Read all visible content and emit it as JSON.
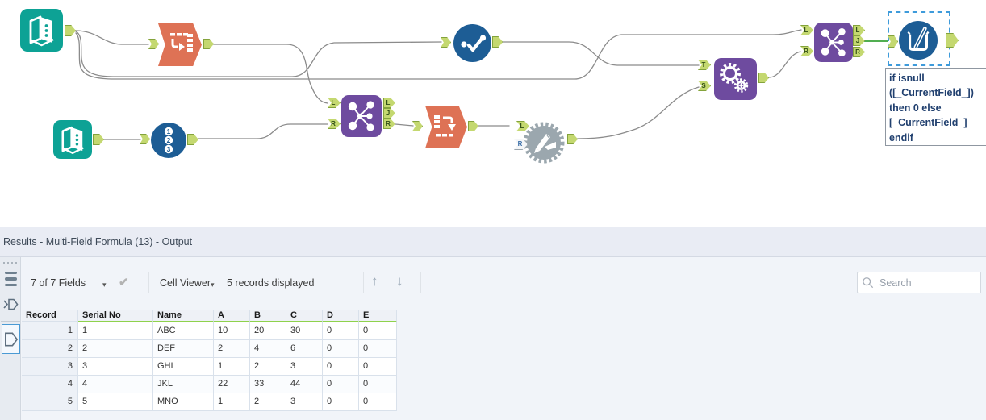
{
  "colors": {
    "tool_teal": "#0da295",
    "tool_orange": "#de7255",
    "tool_blue": "#1d5d95",
    "tool_purple": "#6e4b9f",
    "tool_macro_gray": "#9ba7ae",
    "anchor_green": "#c4d870",
    "wire_gray": "#8b8b8b",
    "wire_selected_green": "#39a339",
    "selection_dashed_blue": "#3e9bdb",
    "header_underline_green": "#8fd24c"
  },
  "workflow": {
    "anchors": {
      "L": "L",
      "J": "J",
      "R": "R",
      "T": "T",
      "S": "S"
    },
    "record_id_numbers": [
      "1",
      "2",
      "3"
    ],
    "annotation_text": "if isnull\n([_CurrentField_])\nthen 0 else\n[_CurrentField_]\nendif"
  },
  "results": {
    "title": "Results - Multi-Field Formula (13) - Output",
    "toolbar": {
      "fields_summary": "7 of 7 Fields",
      "caret": "▾",
      "check": "✔",
      "cell_viewer_label": "Cell Viewer",
      "records_displayed": "5 records displayed",
      "up_arrow": "↑",
      "down_arrow": "↓",
      "search_placeholder": "Search"
    },
    "table": {
      "columns": [
        "Record",
        "Serial No",
        "Name",
        "A",
        "B",
        "C",
        "D",
        "E"
      ],
      "rows": [
        [
          "1",
          "1",
          "ABC",
          "10",
          "20",
          "30",
          "0",
          "0"
        ],
        [
          "2",
          "2",
          "DEF",
          "2",
          "4",
          "6",
          "0",
          "0"
        ],
        [
          "3",
          "3",
          "GHI",
          "1",
          "2",
          "3",
          "0",
          "0"
        ],
        [
          "4",
          "4",
          "JKL",
          "22",
          "33",
          "44",
          "0",
          "0"
        ],
        [
          "5",
          "5",
          "MNO",
          "1",
          "2",
          "3",
          "0",
          "0"
        ]
      ]
    }
  }
}
